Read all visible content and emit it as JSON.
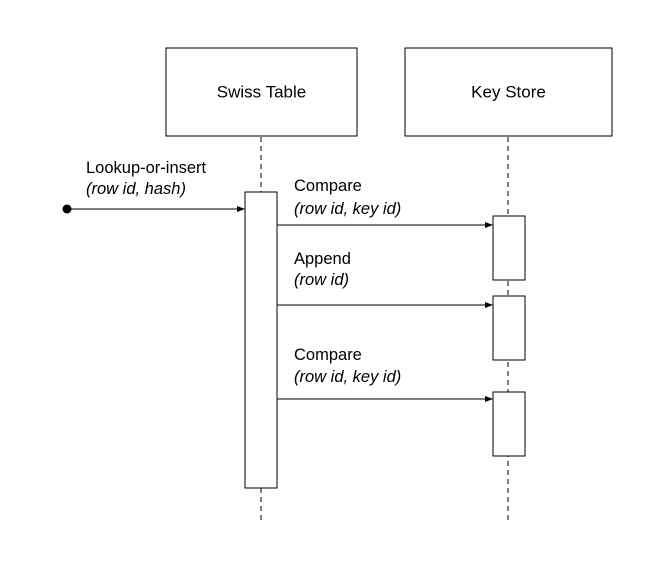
{
  "participants": {
    "swiss_table": "Swiss Table",
    "key_store": "Key Store"
  },
  "messages": [
    {
      "label": "Lookup-or-insert",
      "params": "(row id, hash)"
    },
    {
      "label": "Compare",
      "params": "(row id, key id)"
    },
    {
      "label": "Append",
      "params": "(row id)"
    },
    {
      "label": "Compare",
      "params": "(row id, key id)"
    }
  ],
  "colors": {
    "stroke": "#000000",
    "background": "#ffffff",
    "text": "#000000"
  }
}
